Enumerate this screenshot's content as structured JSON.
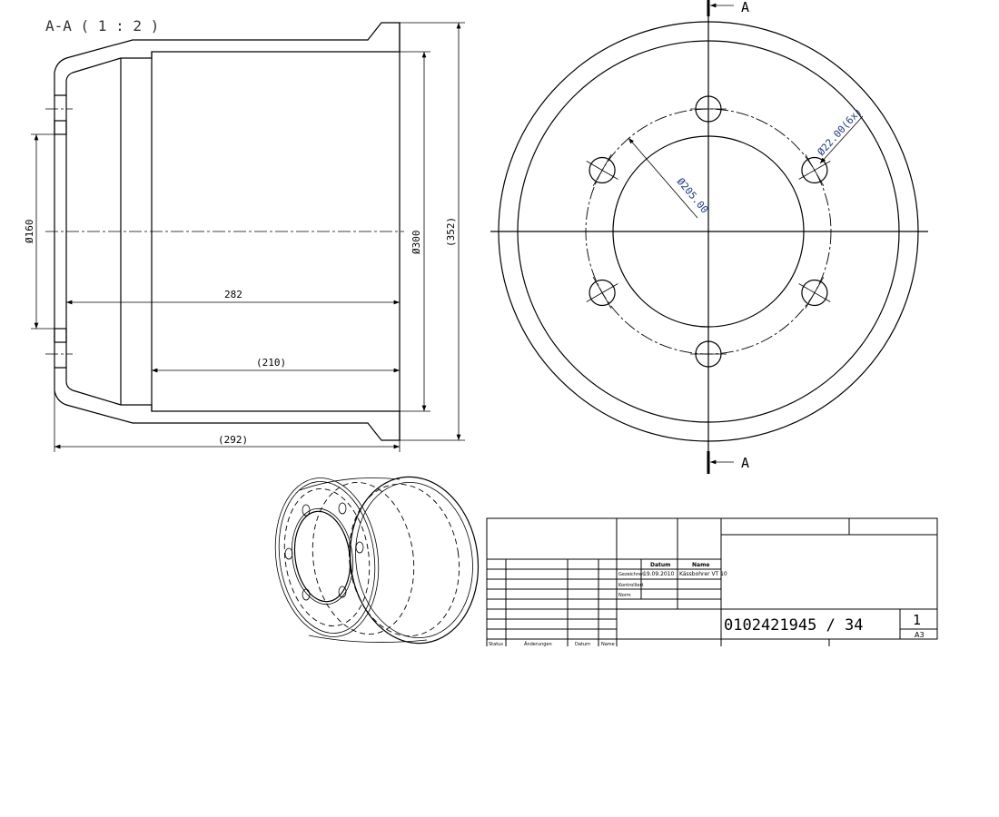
{
  "section_view": {
    "title": "A-A ( 1 : 2 )",
    "dims": {
      "d160": "Ø160",
      "d300": "Ø300",
      "d352": "(352)",
      "l282": "282",
      "l210": "(210)",
      "l292": "(292)"
    }
  },
  "front_view": {
    "section_label_top": "A",
    "section_label_bottom": "A",
    "bolt_circle_dim": "Ø205.00",
    "hole_dim": "Ø22.00(6x)"
  },
  "title_block": {
    "col_datum": "Datum",
    "col_name": "Name",
    "row_drawn": "Gezeichnet",
    "row_checked": "Kontrolliert",
    "row_norm": "Norm",
    "drawn_date": "19.09.2010",
    "drawn_name": "Kässbohrer  VT  10",
    "drawing_number": "0102421945 / 34",
    "sheet": "1",
    "format": "A3",
    "rev_status": "Status",
    "rev_changes": "Änderungen",
    "rev_date": "Datum",
    "rev_name": "Name"
  }
}
